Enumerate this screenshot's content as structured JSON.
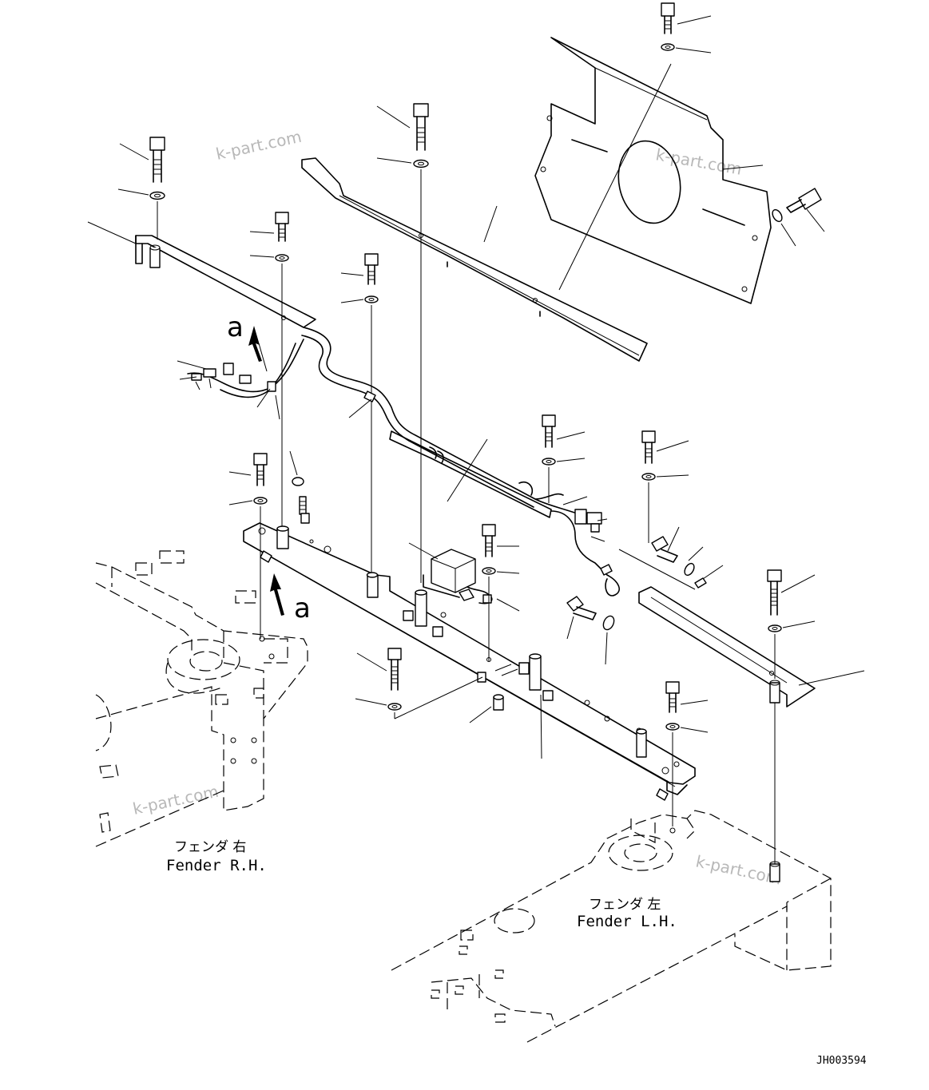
{
  "labels": {
    "fender_rh_jp": "フェンダ 右",
    "fender_rh_en": "Fender R.H.",
    "fender_lh_jp": "フェンダ 左",
    "fender_lh_en": "Fender L.H.",
    "view_marker_top": "a",
    "view_marker_bottom": "a",
    "drawing_code": "JH003594"
  },
  "watermark": {
    "text": "k-part.com"
  },
  "colors": {
    "line": "#000000",
    "background": "#ffffff",
    "watermark": "#b8b8b8"
  }
}
